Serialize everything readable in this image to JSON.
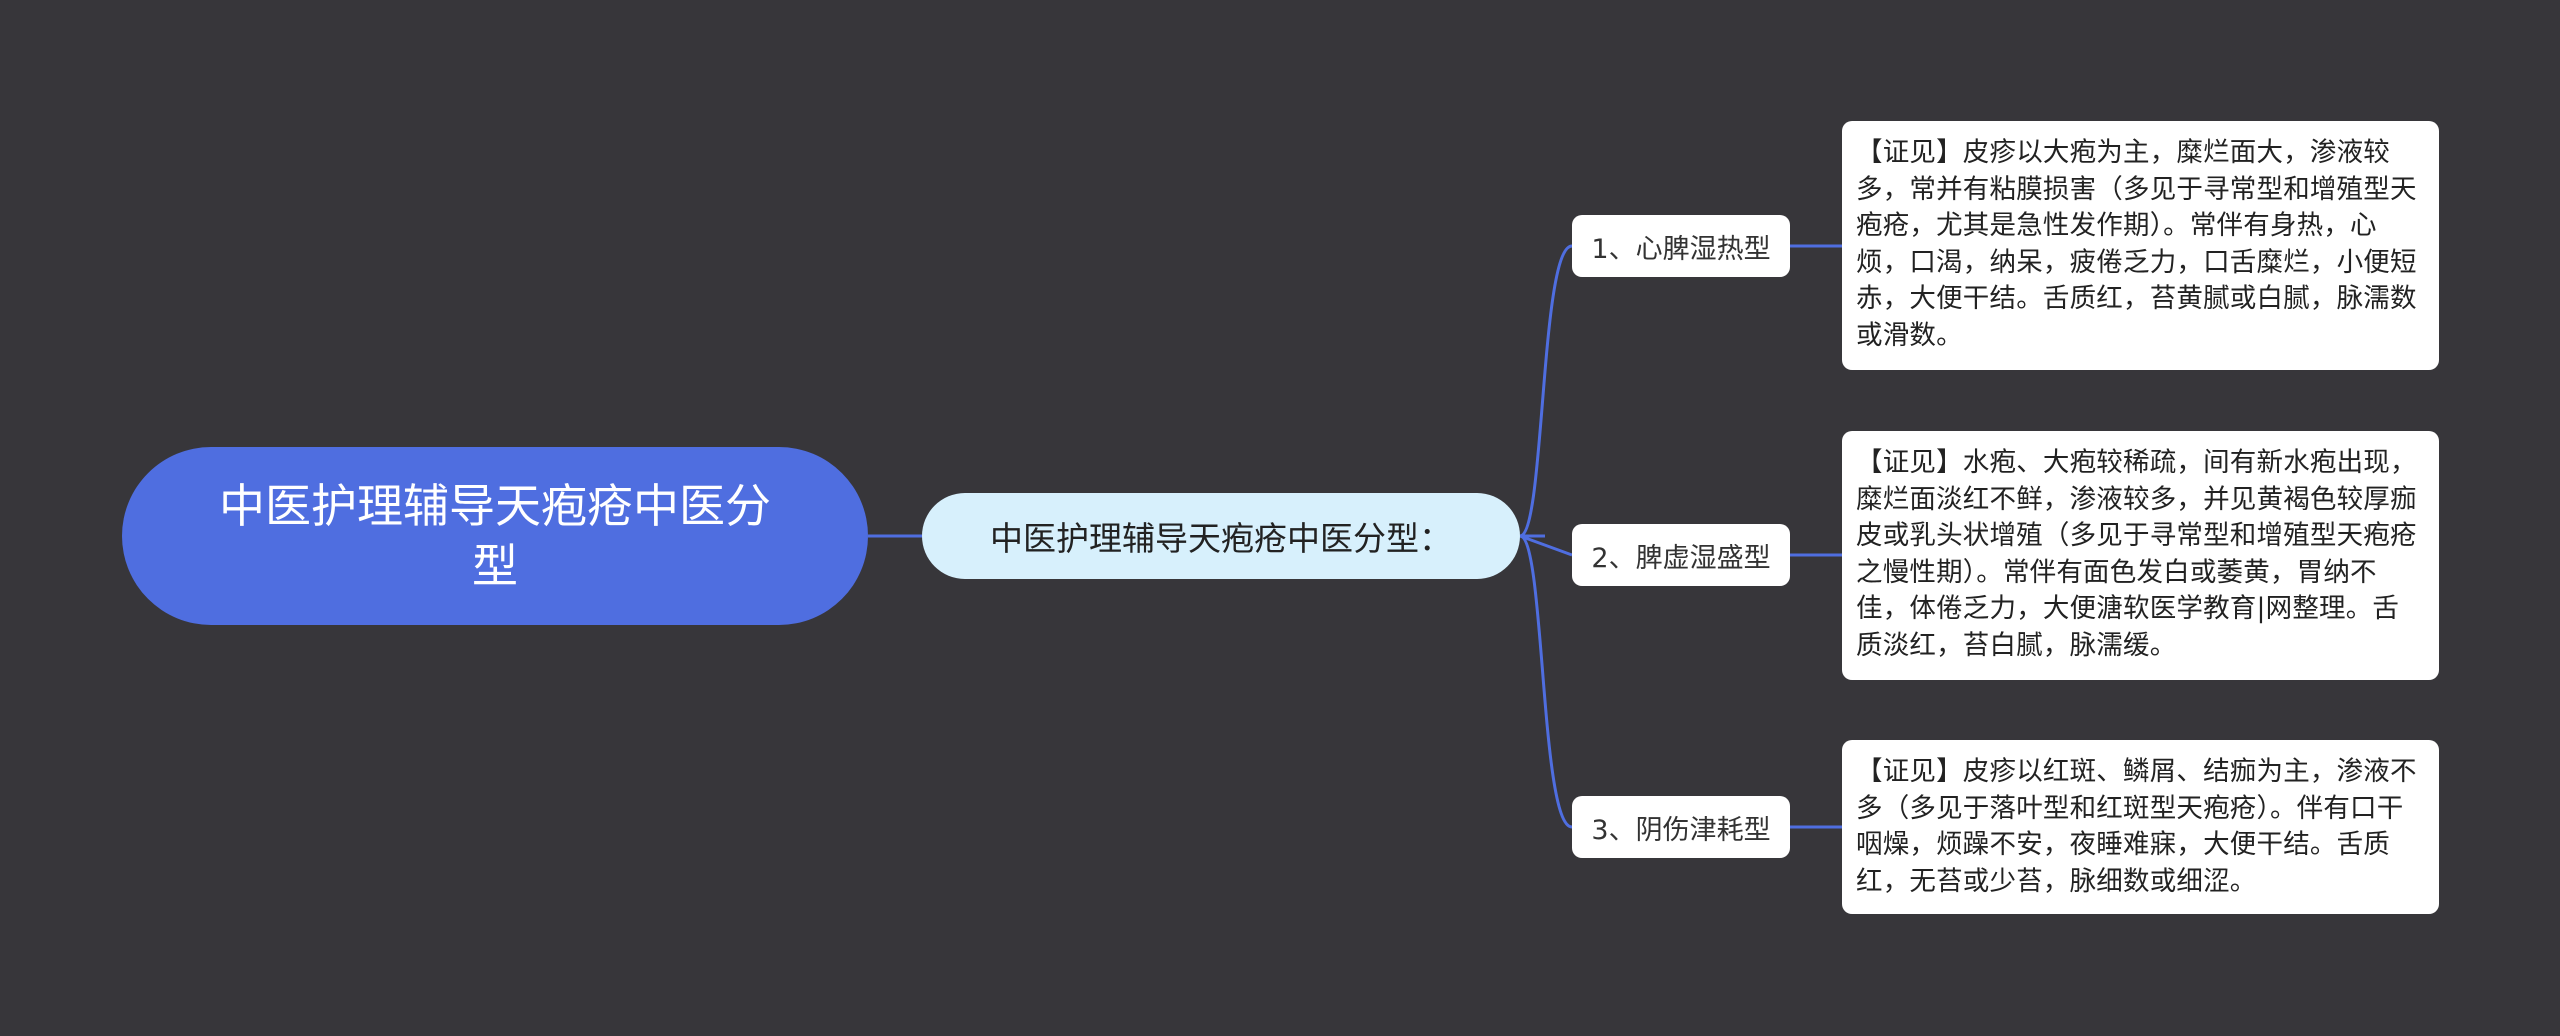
{
  "root": {
    "label": "中医护理辅导天疱疮中医分型"
  },
  "center": {
    "label": "中医护理辅导天疱疮中医分型："
  },
  "branches": [
    {
      "label": "1、心脾湿热型",
      "detail": "【证见】皮疹以大疱为主，糜烂面大，渗液较多，常并有粘膜损害（多见于寻常型和增殖型天疱疮，尤其是急性发作期）。常伴有身热，心烦，口渴，纳呆，疲倦乏力，口舌糜烂，小便短赤，大便干结。舌质红，苔黄腻或白腻，脉濡数或滑数。"
    },
    {
      "label": "2、脾虚湿盛型",
      "detail": "【证见】水疱、大疱较稀疏，间有新水疱出现，糜烂面淡红不鲜，渗液较多，并见黄褐色较厚痂皮或乳头状增殖（多见于寻常型和增殖型天疱疮之慢性期）。常伴有面色发白或萎黄，胃纳不佳，体倦乏力，大便溏软医学教育|网整理。舌质淡红，苔白腻，脉濡缓。"
    },
    {
      "label": "3、阴伤津耗型",
      "detail": "【证见】皮疹以红斑、鳞屑、结痂为主，渗液不多（多见于落叶型和红斑型天疱疮）。伴有口干咽燥，烦躁不安，夜睡难寐，大便干结。舌质红，无苔或少苔，脉细数或细涩。"
    }
  ],
  "colors": {
    "background": "#37363a",
    "root_fill": "#4f6ee0",
    "center_fill": "#d7f0fc",
    "connector": "#4f6ee0",
    "card_fill": "#ffffff"
  }
}
